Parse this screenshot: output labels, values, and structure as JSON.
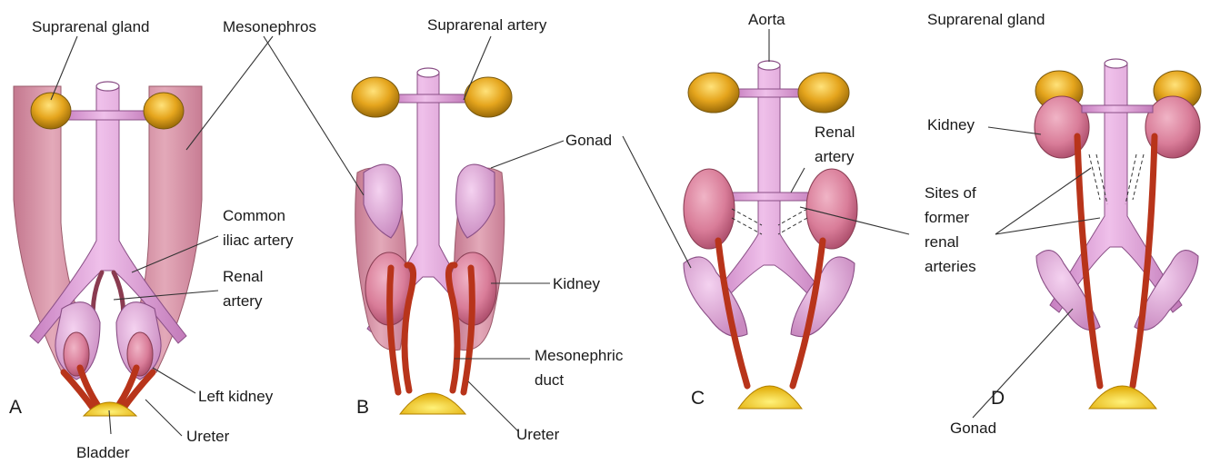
{
  "panels": [
    {
      "letter": "A",
      "labels": {
        "suprarenal_gland": "Suprarenal gland",
        "mesonephros": "Mesonephros",
        "common_iliac_line1": "Common",
        "common_iliac_line2": "iliac artery",
        "renal_line1": "Renal",
        "renal_line2": "artery",
        "left_kidney": "Left kidney",
        "ureter": "Ureter",
        "bladder": "Bladder"
      }
    },
    {
      "letter": "B",
      "labels": {
        "suprarenal_artery": "Suprarenal artery",
        "gonad": "Gonad",
        "kidney": "Kidney",
        "mesonephric_line1": "Mesonephric",
        "mesonephric_line2": "duct",
        "ureter": "Ureter"
      }
    },
    {
      "letter": "C",
      "labels": {
        "aorta": "Aorta",
        "renal_line1": "Renal",
        "renal_line2": "artery"
      }
    },
    {
      "letter": "D",
      "labels": {
        "suprarenal_gland": "Suprarenal gland",
        "kidney": "Kidney",
        "sites_line1": "Sites of",
        "sites_line2": "former",
        "sites_line3": "renal",
        "sites_line4": "arteries",
        "gonad": "Gonad"
      }
    }
  ],
  "colors": {
    "artery": "#d89ad0",
    "mesonephros": "#d08aa0",
    "kidney": "#d77a98",
    "suprarenal": "#e0a020",
    "ureter": "#c83a1e",
    "bladder": "#f2c400"
  }
}
